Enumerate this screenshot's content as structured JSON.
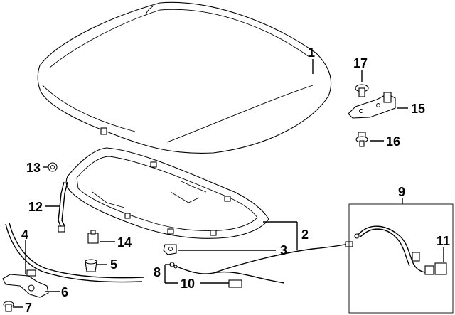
{
  "diagram": {
    "callouts": [
      "1",
      "2",
      "3",
      "4",
      "5",
      "6",
      "7",
      "8",
      "9",
      "10",
      "11",
      "12",
      "13",
      "14",
      "15",
      "16",
      "17"
    ]
  }
}
